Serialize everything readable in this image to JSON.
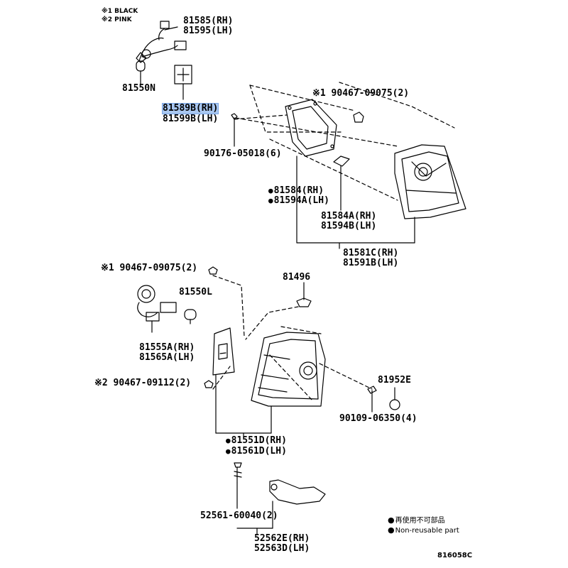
{
  "legend_marks": {
    "mark1": "※1 BLACK",
    "mark2": "※2 PINK"
  },
  "parts": {
    "p81585": "81585(RH)",
    "p81595": "81595(LH)",
    "p81550N": "81550N",
    "p81589B": "81589B(RH)",
    "p81599B": "81599B(LH)",
    "p90467_top": "※1 90467-09075(2)",
    "p90176": "90176-05018(6)",
    "p81584": "81584(RH)",
    "p81594A": "81594A(LH)",
    "p81584A": "81584A(RH)",
    "p81594B": "81594B(LH)",
    "p81581C": "81581C(RH)",
    "p81591B": "81591B(LH)",
    "p90467_mid": "※1 90467-09075(2)",
    "p81496": "81496",
    "p81550L": "81550L",
    "p81555A": "81555A(RH)",
    "p81565A": "81565A(LH)",
    "p90467_09112": "※2 90467-09112(2)",
    "p81952E": "81952E",
    "p90109": "90109-06350(4)",
    "p81551D": "81551D(RH)",
    "p81561D": "81561D(LH)",
    "p52561": "52561-60040(2)",
    "p52562E": "52562E(RH)",
    "p52563D": "52563D(LH)"
  },
  "footnote": {
    "jp": "再使用不可部品",
    "en": "Non-reusable part"
  },
  "figure_id": "816058C",
  "highlight_color": "#a9c7f0"
}
